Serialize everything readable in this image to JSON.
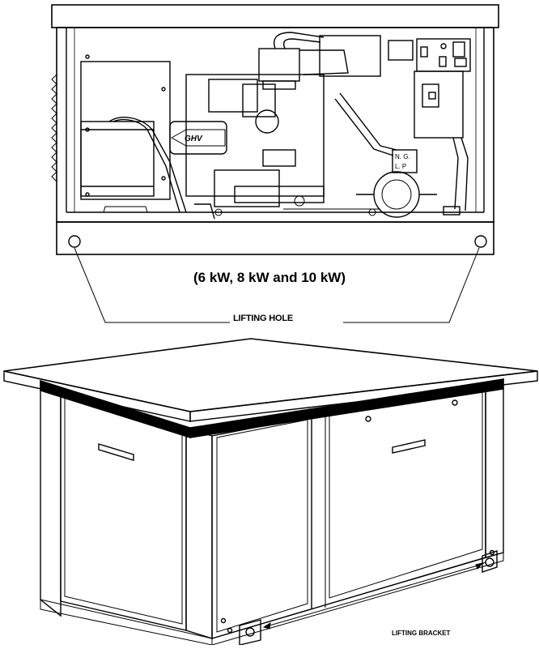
{
  "top_figure": {
    "caption": "(6 kW, 8 kW and 10 kW)",
    "callout_label": "LIFTING HOLE",
    "carburetor_marking_top": "N. G.",
    "carburetor_marking_bottom": "L. P",
    "airbox_logo": "GHV"
  },
  "bottom_figure": {
    "callout_label": "LIFTING BRACKET"
  }
}
